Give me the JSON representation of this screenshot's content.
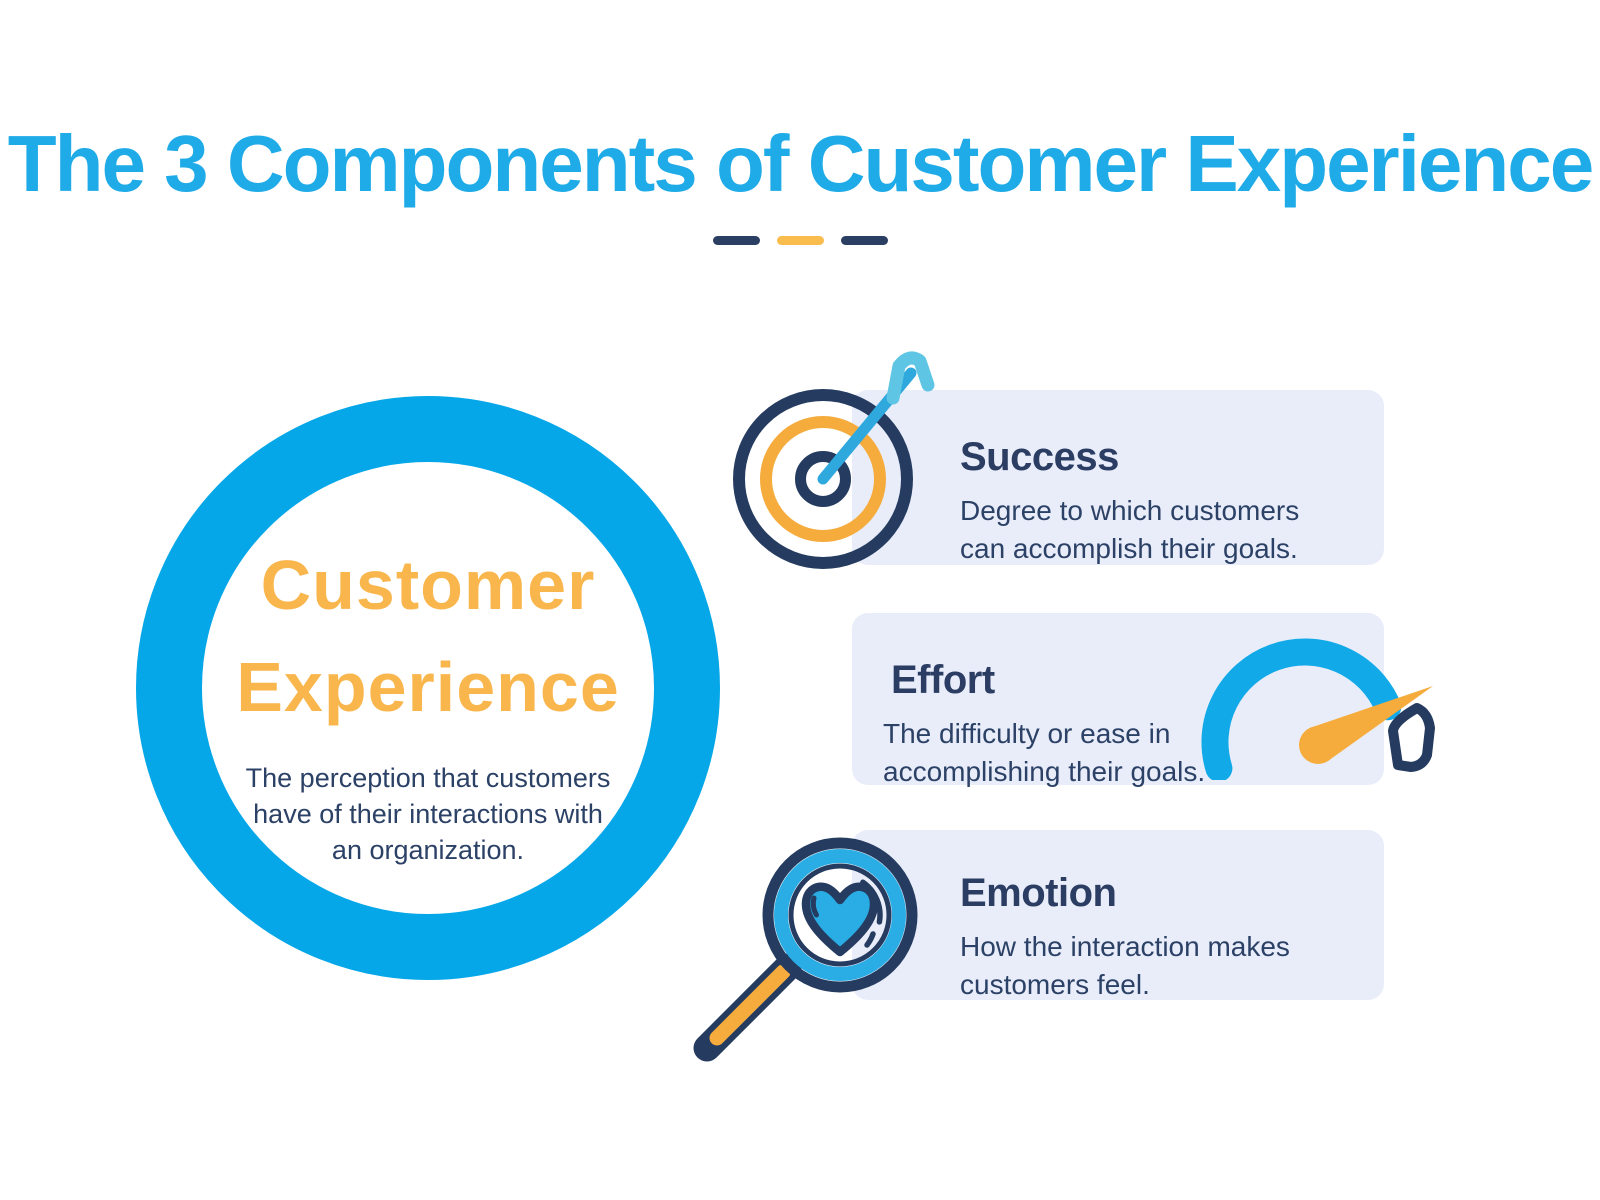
{
  "header": {
    "title": "The 3 Components of Customer Experience",
    "title_color": "#1FABE7",
    "divider_dash_colors": [
      "#2B3F63",
      "#F9BC4D",
      "#2B3F63"
    ]
  },
  "hero_circle": {
    "heading_line1": "Customer",
    "heading_line2": "Experience",
    "heading_color": "#F9B64C",
    "ring_color": "#06A7E8",
    "description": "The perception that customers\nhave of their interactions with\nan organization."
  },
  "cards": [
    {
      "title": "Success",
      "body": "Degree to which customers\ncan accomplish their goals.",
      "icon": "target-arrow-icon"
    },
    {
      "title": "Effort",
      "body": "The difficulty or ease in\naccomplishing their goals.",
      "icon": "speedometer-icon"
    },
    {
      "title": "Emotion",
      "body": "How the interaction makes\ncustomers feel.",
      "icon": "magnifier-heart-icon"
    }
  ],
  "colors": {
    "brand_blue": "#12A9E8",
    "light_blue": "#5EC6E4",
    "navy": "#253B60",
    "gold": "#F5AC3D",
    "gold_text": "#F9B64C",
    "card_background": "#E9EDFA",
    "page_background": "#FFFFFF"
  }
}
